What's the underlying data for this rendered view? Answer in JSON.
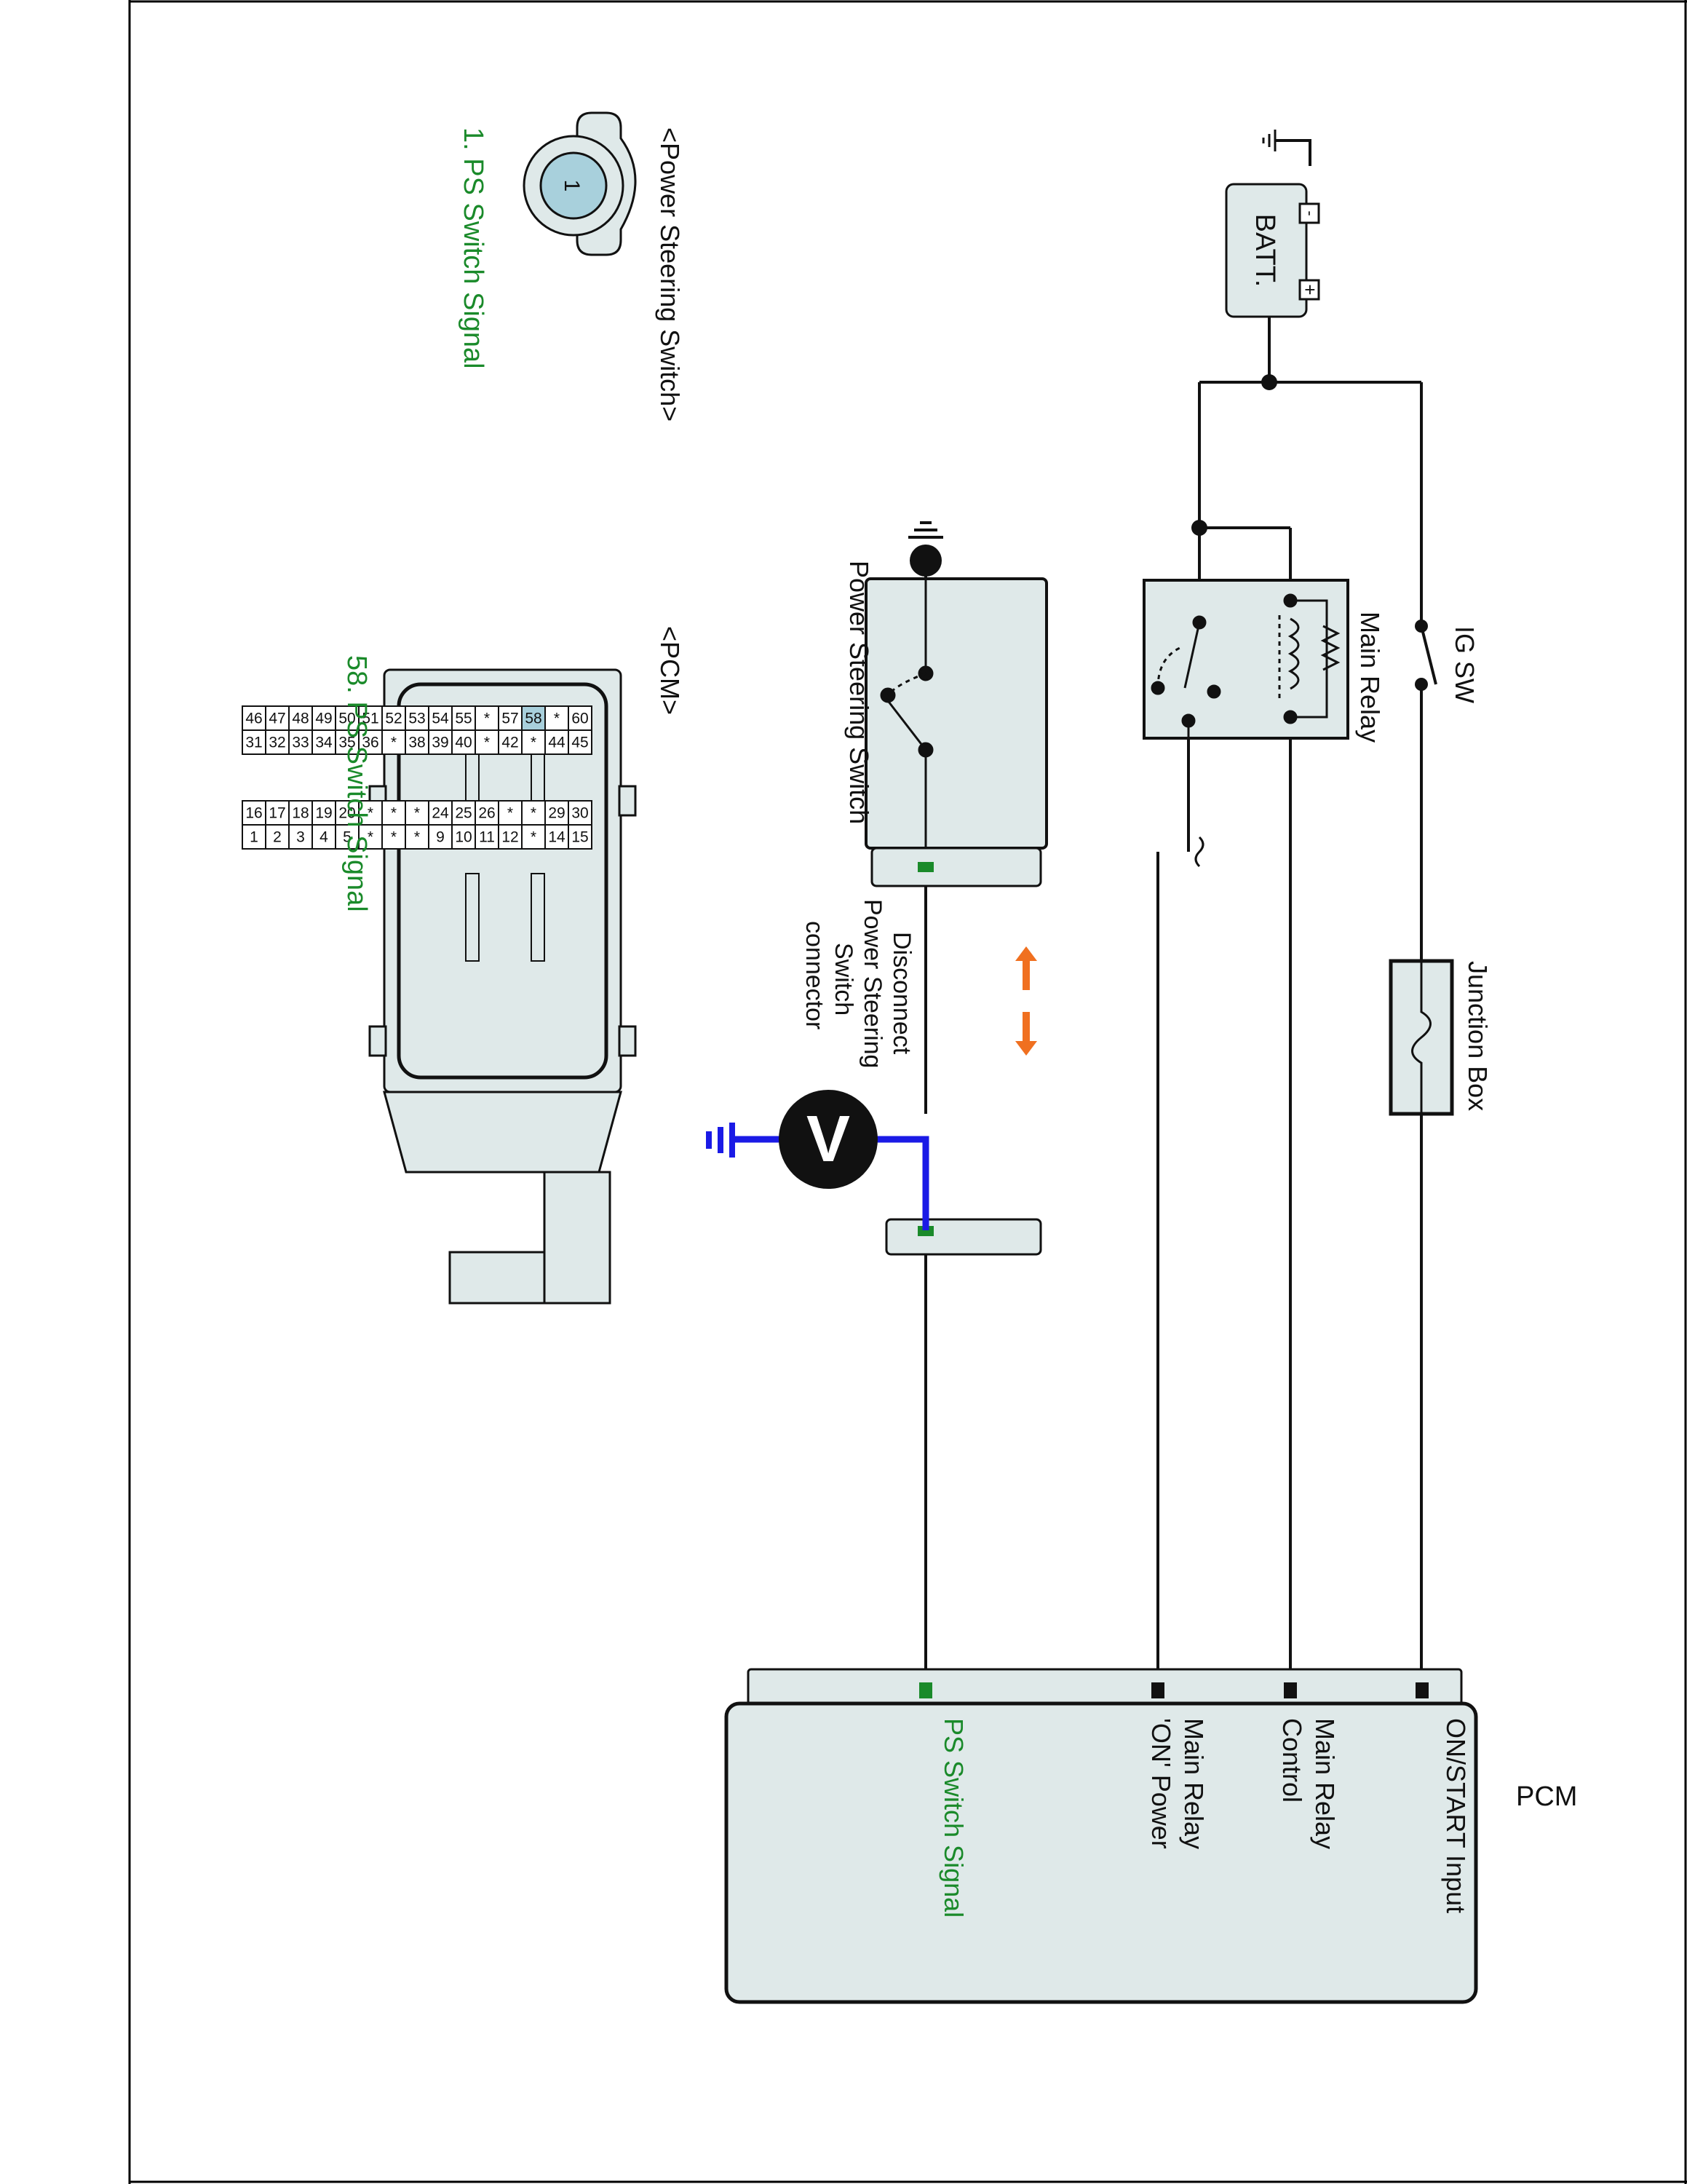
{
  "headers": {
    "ps_switch_header": "<Power Steering Switch>",
    "pcm_header": "<PCM>"
  },
  "components": {
    "battery": "BATT.",
    "battery_plus": "+",
    "battery_minus": "-",
    "ig_switch": "IG SW",
    "main_relay": "Main Relay",
    "junction_box": "Junction Box",
    "power_steering_switch": "Power Steering Switch",
    "voltmeter": "V",
    "disconnect_note": [
      "Disconnect",
      "Power Steering",
      "Switch",
      "connector"
    ],
    "pcm": "PCM"
  },
  "pcm_pins": {
    "on_start_input": [
      "ON/START Input"
    ],
    "main_relay_control": [
      "Main Relay",
      "Control"
    ],
    "main_relay_on_power": [
      "Main Relay",
      "'ON' Power"
    ],
    "ps_switch_signal": [
      "PS Switch Signal"
    ]
  },
  "connector_ps_switch": {
    "pin_number": "1",
    "caption": "1. PS Switch Signal"
  },
  "connector_pcm": {
    "caption": "58. PS Switch Signal",
    "highlighted_pin": "58",
    "rows": [
      [
        "60",
        "*",
        "58",
        "57",
        "*",
        "55",
        "54",
        "53",
        "52",
        "51",
        "50",
        "49",
        "48",
        "47",
        "46"
      ],
      [
        "45",
        "44",
        "*",
        "42",
        "*",
        "40",
        "39",
        "38",
        "*",
        "36",
        "35",
        "34",
        "33",
        "32",
        "31"
      ],
      [
        "30",
        "29",
        "*",
        "*",
        "26",
        "25",
        "24",
        "*",
        "*",
        "*",
        "20",
        "19",
        "18",
        "17",
        "16"
      ],
      [
        "15",
        "14",
        "*",
        "12",
        "11",
        "10",
        "9",
        "*",
        "*",
        "*",
        "5",
        "4",
        "3",
        "2",
        "1"
      ]
    ]
  },
  "colors": {
    "signal_green": "#1a8a2a",
    "meter_blue": "#1a1ae6",
    "arrow_orange": "#f07020",
    "connector_fill": "#dde8e8",
    "pin_highlight": "#a8d0dc"
  }
}
